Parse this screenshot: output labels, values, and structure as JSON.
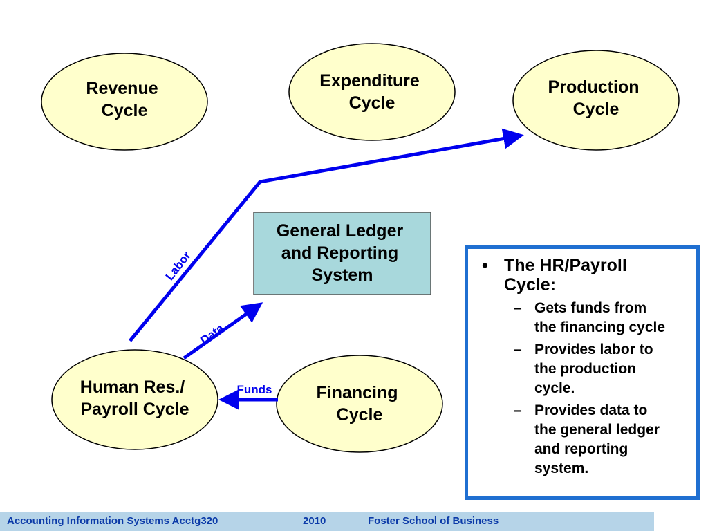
{
  "nodes": {
    "revenue": [
      "Revenue",
      "Cycle"
    ],
    "expenditure": [
      "Expenditure",
      "Cycle"
    ],
    "production": [
      "Production",
      "Cycle"
    ],
    "general_ledger": [
      "General Ledger",
      "and Reporting",
      "System"
    ],
    "hr_payroll": [
      "Human Res./",
      "Payroll Cycle"
    ],
    "financing": [
      "Financing",
      "Cycle"
    ]
  },
  "arrows": {
    "labor": "Labor",
    "data": "Data",
    "funds": "Funds"
  },
  "info_panel": {
    "bullet_mark": "•",
    "title_lines": [
      "The HR/Payroll",
      "Cycle:"
    ],
    "dash_mark": "–",
    "items": [
      [
        "Gets funds from",
        "the financing cycle"
      ],
      [
        "Provides labor to",
        "the production",
        "cycle."
      ],
      [
        "Provides data to",
        "the general ledger",
        "and reporting",
        "system."
      ]
    ]
  },
  "footer": {
    "course": "Accounting Information Systems  Acctg320",
    "year": "2010",
    "school": "Foster School of Business"
  },
  "colors": {
    "ellipse_fill": "#ffffcc",
    "ledger_fill": "#a8d8dc",
    "arrow": "#0000ee",
    "panel_border": "#1f6fd1",
    "footer_bg": "#b6d4e8",
    "footer_text": "#0b3aa8"
  }
}
